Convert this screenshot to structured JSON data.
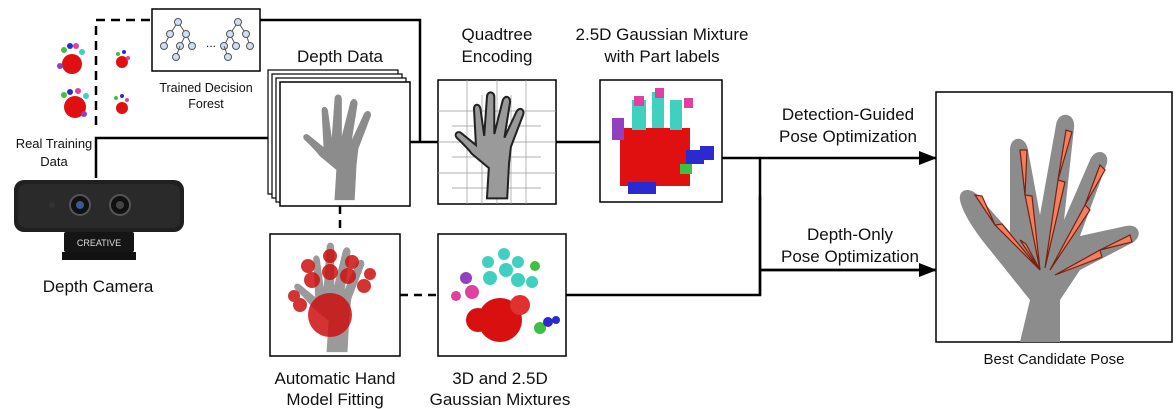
{
  "labels": {
    "real_training_data_1": "Real Training",
    "real_training_data_2": "Data",
    "trained_forest_1": "Trained Decision",
    "trained_forest_2": "Forest",
    "forest_ellipsis": "...",
    "depth_data": "Depth Data",
    "quadtree_1": "Quadtree",
    "quadtree_2": "Encoding",
    "gmm_1": "2.5D Gaussian Mixture",
    "gmm_2": "with Part labels",
    "detection_1": "Detection-Guided",
    "detection_2": "Pose Optimization",
    "depthonly_1": "Depth-Only",
    "depthonly_2": "Pose Optimization",
    "depth_camera": "Depth Camera",
    "camera_brand": "CREATIVE",
    "auto_fit_1": "Automatic Hand",
    "auto_fit_2": "Model Fitting",
    "mixtures_1": "3D and 2.5D",
    "mixtures_2": "Gaussian Mixtures",
    "best_pose": "Best Candidate Pose"
  },
  "colors": {
    "hand_gray": "#8c8c8c",
    "part_red": "#e01010",
    "part_blue": "#2a2ad0",
    "part_green": "#40c040",
    "part_cyan": "#40d0c0",
    "part_magenta": "#e040a0",
    "part_purple": "#9040c0",
    "bone_orange": "#f08060",
    "line_black": "#000000"
  }
}
